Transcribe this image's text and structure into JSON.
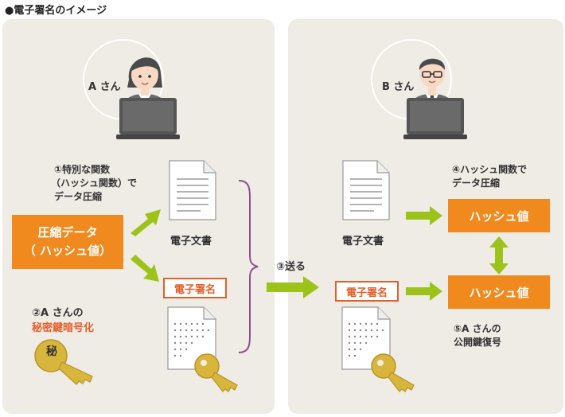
{
  "title": "●電子署名のイメージ",
  "left": {
    "person_label": "A さん",
    "step1": [
      "①特別な関数",
      "（ハッシュ関数）で",
      "データ圧縮"
    ],
    "compressed_box": [
      "圧縮データ",
      "（ ハッシュ値）"
    ],
    "doc_label": "電子文書",
    "signature_label": "電子署名",
    "step2_line1": "②A さんの",
    "step2_line2": "秘密鍵暗号化",
    "key_label": "秘"
  },
  "middle": {
    "step3": "③送る"
  },
  "right": {
    "person_label": "B さん",
    "doc_label": "電子文書",
    "signature_label": "電子署名",
    "step4": [
      "④ハッシュ関数で",
      "データ圧縮"
    ],
    "hash1": "ハッシュ値",
    "hash2": "ハッシュ値",
    "step5": [
      "⑤A さんの",
      "公開鍵復号"
    ]
  },
  "colors": {
    "panel": "#efebe5",
    "orange": "#f08a1e",
    "red_orange": "#e4602b",
    "arrow_green": "#9cc319",
    "bracket_purple": "#8a4f8f",
    "key_gold": "#d8b53b"
  }
}
